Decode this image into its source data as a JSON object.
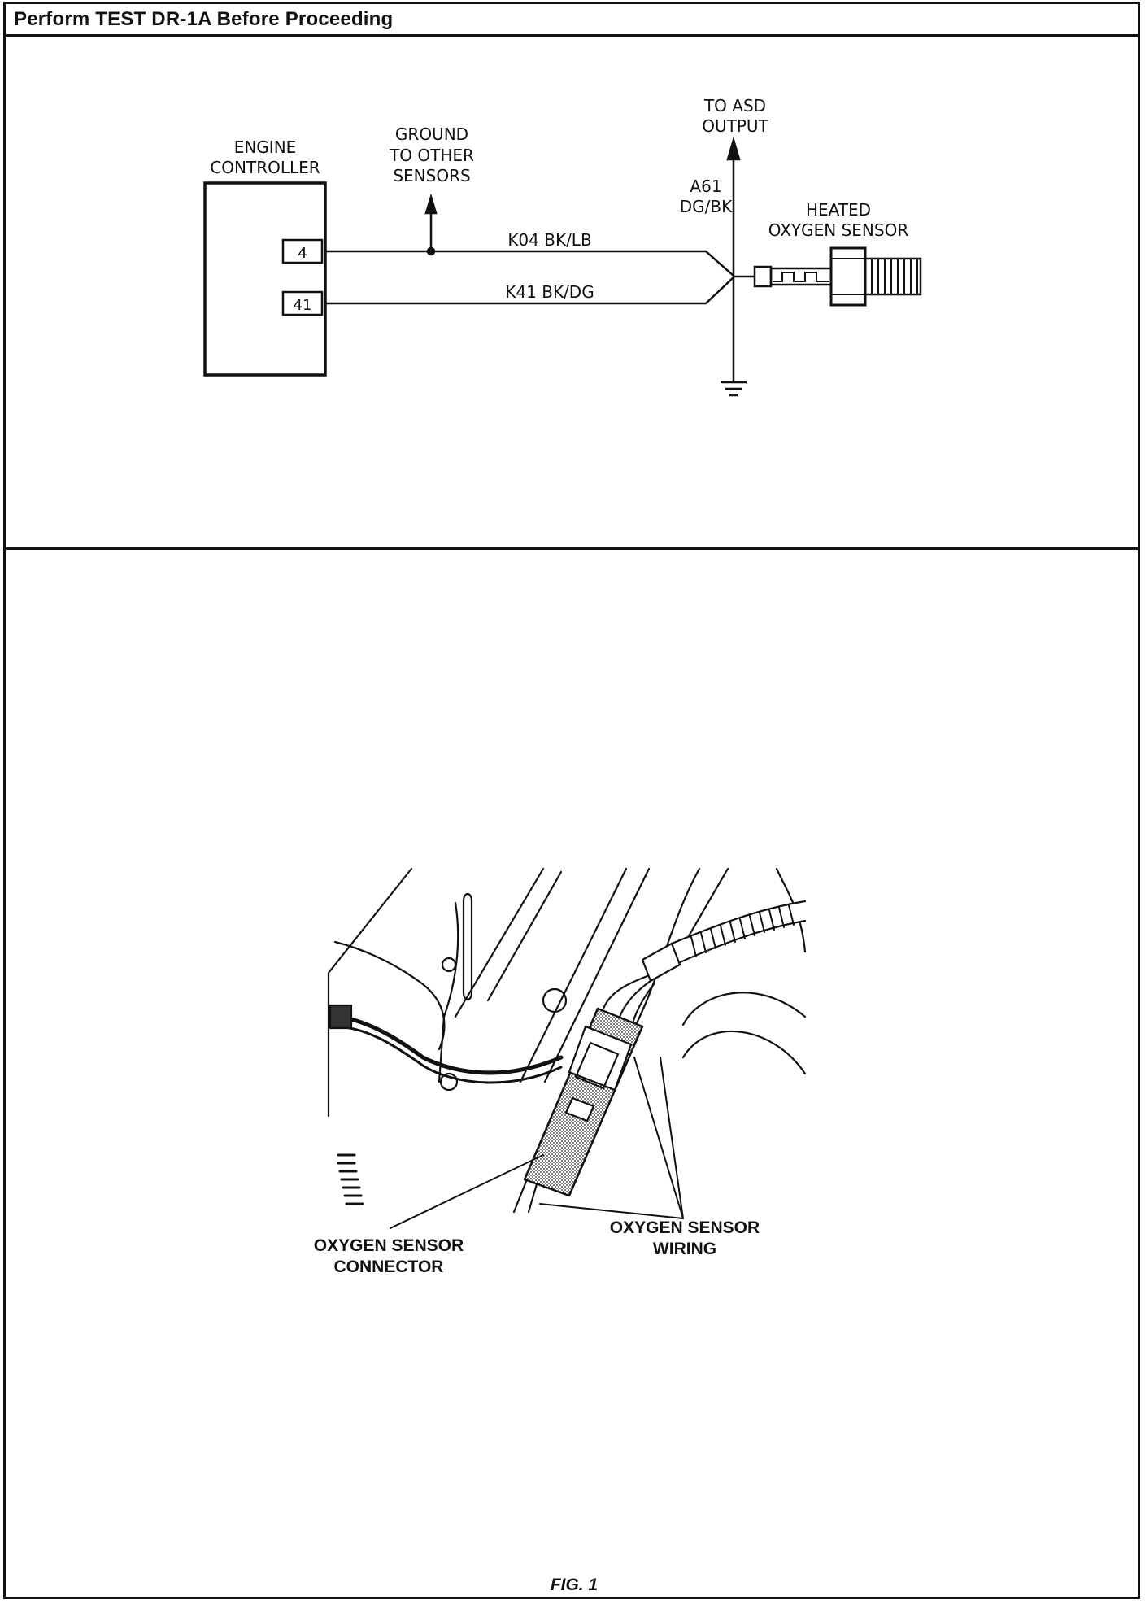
{
  "page": {
    "title": "Perform TEST DR-1A Before Proceeding"
  },
  "schematic": {
    "engine_controller": [
      "ENGINE",
      "CONTROLLER"
    ],
    "pins": {
      "pin_a": "4",
      "pin_b": "41"
    },
    "ground_to_other": [
      "GROUND",
      "TO OTHER",
      "SENSORS"
    ],
    "to_asd_output": [
      "TO ASD",
      "OUTPUT"
    ],
    "a61": [
      "A61",
      "DG/BK"
    ],
    "heated_sensor": [
      "HEATED",
      "OXYGEN SENSOR"
    ],
    "wire_k04": "K04 BK/LB",
    "wire_k41": "K41 BK/DG"
  },
  "figure": {
    "connector_label": [
      "OXYGEN SENSOR",
      "CONNECTOR"
    ],
    "wiring_label": [
      "OXYGEN SENSOR",
      "WIRING"
    ],
    "caption": "FIG. 1"
  }
}
